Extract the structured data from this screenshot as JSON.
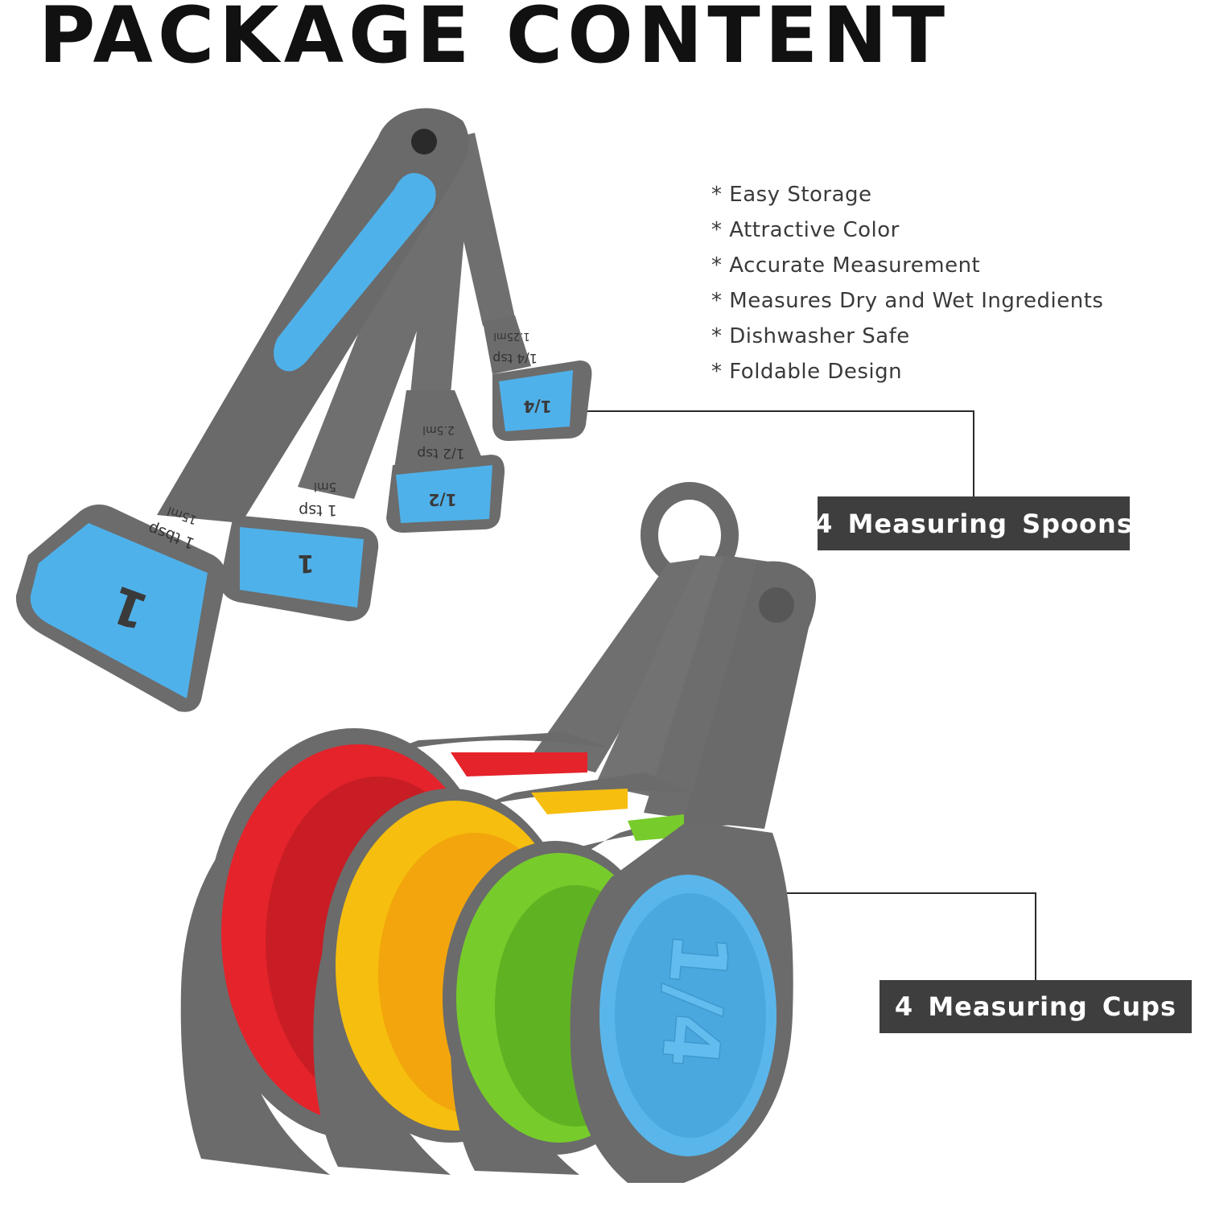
{
  "title": "PACKAGE CONTENT",
  "features": [
    "* Easy Storage",
    "* Attractive Color",
    "* Accurate Measurement",
    "* Measures Dry and Wet Ingredients",
    "* Dishwasher Safe",
    "* Foldable Design"
  ],
  "labels": {
    "spoons": "4 Measuring Spoons",
    "cups": "4 Measuring Cups"
  },
  "spoon_markings": {
    "tbsp": {
      "big": "1",
      "name": "1 tbsp",
      "ml": "15ml"
    },
    "tsp": {
      "big": "1",
      "name": "1 tsp",
      "ml": "5ml"
    },
    "half_tsp": {
      "big": "1/2",
      "name": "1/2 tsp",
      "ml": "2.5ml"
    },
    "quarter_tsp": {
      "big": "1/4",
      "name": "1/4 tsp",
      "ml": "1.25ml"
    }
  },
  "cup_marking": "1/4",
  "colors": {
    "handle_gray": "#6b6b6b",
    "spoon_blue": "#4fb1ea",
    "cup_red": "#e5232b",
    "cup_yellow": "#f6be0e",
    "cup_green": "#77cc2b",
    "cup_blue": "#5ab6ea",
    "label_bg": "#3e3e3e"
  }
}
